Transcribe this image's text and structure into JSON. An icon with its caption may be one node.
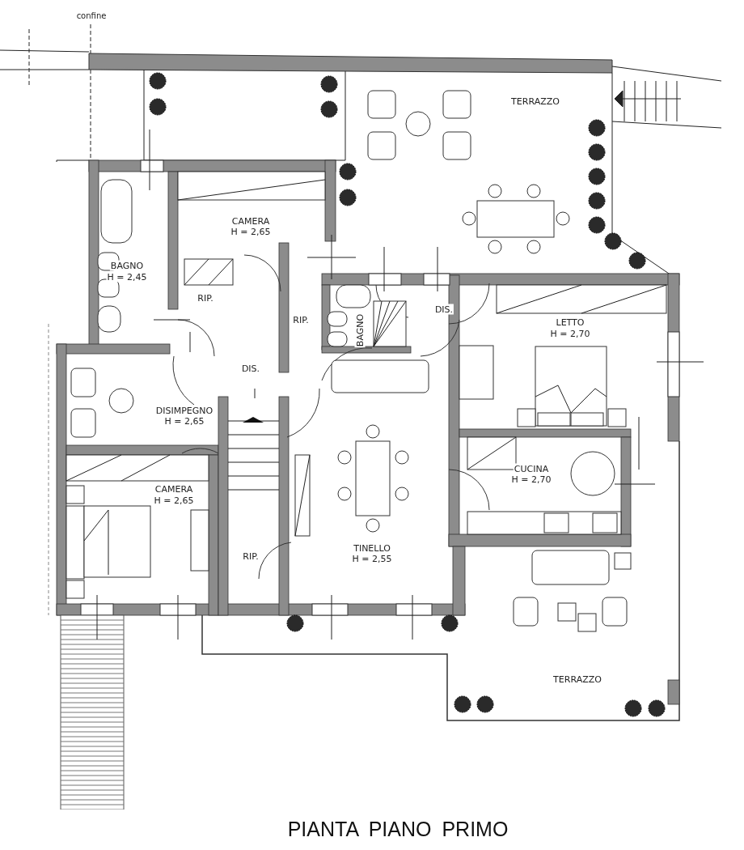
{
  "diagram": {
    "title": "PIANTA PIANO PRIMO",
    "labels": [
      "confine",
      "TERRAZZO",
      "CAMERA",
      "H = 2,65",
      "BAGNO",
      "H = 2,45",
      "RIP.",
      "RIP.",
      "BAGNO",
      "DIS.",
      "DIS.",
      "LETTO",
      "H = 2,70",
      "DISIMPEGNO",
      "H = 2,65",
      "CUCINA",
      "H = 2,70",
      "CAMERA",
      "H = 2,65",
      "RIP.",
      "TINELLO",
      "H = 2,55",
      "TERRAZZO"
    ]
  }
}
